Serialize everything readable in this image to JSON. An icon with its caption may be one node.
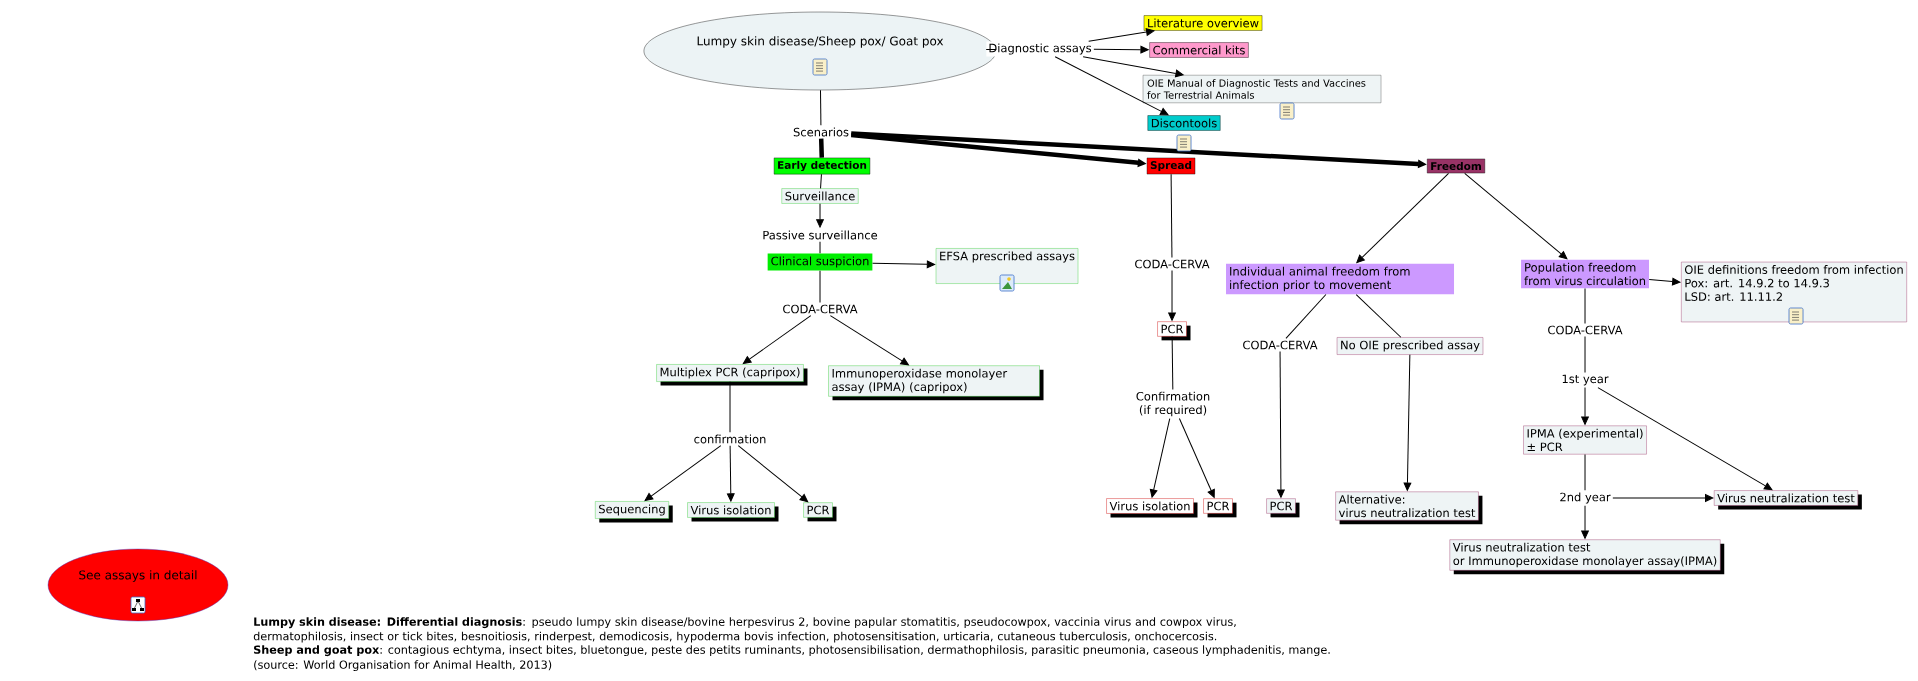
{
  "diagram": {
    "nodes": [
      {
        "text": [
          "Lumpy skin disease/Sheep pox/ Goat pox"
        ]
      },
      {
        "text": [
          "Diagnostic assays"
        ]
      },
      {
        "text": [
          "Literature overview"
        ]
      },
      {
        "text": [
          "Commercial kits"
        ]
      },
      {
        "text": [
          "OIE Manual of Diagnostic Tests and Vaccines for Terrestrial Animals"
        ]
      },
      {
        "text": [
          "Discontools"
        ]
      },
      {
        "text": [
          "Scenarios"
        ]
      },
      {
        "text": [
          "Early detection"
        ]
      },
      {
        "text": [
          "Spread"
        ]
      },
      {
        "text": [
          "Freedom"
        ]
      },
      {
        "text": [
          "Surveillance"
        ]
      },
      {
        "text": [
          "Passive surveillance"
        ]
      },
      {
        "text": [
          "Clinical suspicion"
        ]
      },
      {
        "text": [
          "EFSA prescribed assays"
        ]
      },
      {
        "text": [
          "CODA-CERVA"
        ]
      },
      {
        "text": [
          "Multiplex PCR (capripox)"
        ]
      },
      {
        "text": [
          "Immunoperoxidase monolayer assay (IPMA) (capripox)"
        ]
      },
      {
        "text": [
          "confirmation"
        ]
      },
      {
        "text": [
          "Sequencing"
        ]
      },
      {
        "text": [
          "Virus isolation"
        ]
      },
      {
        "text": [
          "PCR"
        ]
      },
      {
        "text": [
          "CODA-CERVA"
        ]
      },
      {
        "text": [
          "PCR"
        ]
      },
      {
        "text": [
          "Confirmation (if required)"
        ]
      },
      {
        "text": [
          "Virus isolation"
        ]
      },
      {
        "text": [
          "PCR"
        ]
      },
      {
        "text": [
          "Individual animal freedom from infection prior to movement"
        ]
      },
      {
        "text": [
          "Population freedom",
          "from virus circulation"
        ]
      },
      {
        "text": [
          "OIE definitions freedom from infection",
          "Pox: art. 14.9.2 to 14.9.3",
          "LSD: art. 11.11.2"
        ]
      },
      {
        "text": [
          "CODA-CERVA"
        ]
      },
      {
        "text": [
          "No OIE prescribed assay"
        ]
      },
      {
        "text": [
          "PCR"
        ]
      },
      {
        "text": [
          "Alternative:",
          "virus neutralization test"
        ]
      },
      {
        "text": [
          "CODA-CERVA"
        ]
      },
      {
        "text": [
          "1st year"
        ]
      },
      {
        "text": [
          "IPMA (experimental)",
          "± PCR"
        ]
      },
      {
        "text": [
          "2nd year"
        ]
      },
      {
        "text": [
          "Virus neutralization test"
        ]
      },
      {
        "text": [
          "Virus neutralization test",
          "or Immunoperoxidase monolayer assay(IPMA)"
        ]
      },
      {
        "text": [
          "See assays in detail"
        ]
      }
    ],
    "edges": [
      {
        "from": 0,
        "to": 1,
        "arrow": "none"
      },
      {
        "from": 1,
        "to": 2,
        "arrow": "to"
      },
      {
        "from": 1,
        "to": 3,
        "arrow": "to"
      },
      {
        "from": 1,
        "to": 4,
        "arrow": "to"
      },
      {
        "from": 1,
        "to": 5,
        "arrow": "to"
      },
      {
        "from": 0,
        "to": 6,
        "arrow": "none"
      },
      {
        "from": 6,
        "to": 7,
        "arrow": "none",
        "style": "thick"
      },
      {
        "from": 6,
        "to": 8,
        "arrow": "to",
        "style": "thick"
      },
      {
        "from": 6,
        "to": 9,
        "arrow": "to",
        "style": "thick"
      },
      {
        "from": 7,
        "to": 10,
        "arrow": "none"
      },
      {
        "from": 10,
        "to": 11,
        "arrow": "to"
      },
      {
        "from": 11,
        "to": 12,
        "arrow": "none"
      },
      {
        "from": 12,
        "to": 13,
        "arrow": "to"
      },
      {
        "from": 12,
        "to": 14,
        "arrow": "none"
      },
      {
        "from": 14,
        "to": 15,
        "arrow": "to"
      },
      {
        "from": 14,
        "to": 16,
        "arrow": "to"
      },
      {
        "from": 15,
        "to": 17,
        "arrow": "none"
      },
      {
        "from": 17,
        "to": 18,
        "arrow": "to"
      },
      {
        "from": 17,
        "to": 19,
        "arrow": "to"
      },
      {
        "from": 17,
        "to": 20,
        "arrow": "to"
      },
      {
        "from": 8,
        "to": 21,
        "arrow": "none"
      },
      {
        "from": 21,
        "to": 22,
        "arrow": "to"
      },
      {
        "from": 22,
        "to": 23,
        "arrow": "none"
      },
      {
        "from": 23,
        "to": 24,
        "arrow": "to"
      },
      {
        "from": 23,
        "to": 25,
        "arrow": "to"
      },
      {
        "from": 9,
        "to": 26,
        "arrow": "to"
      },
      {
        "from": 9,
        "to": 27,
        "arrow": "to"
      },
      {
        "from": 26,
        "to": 29,
        "arrow": "none"
      },
      {
        "from": 26,
        "to": 30,
        "arrow": "none"
      },
      {
        "from": 29,
        "to": 31,
        "arrow": "to"
      },
      {
        "from": 30,
        "to": 32,
        "arrow": "to"
      },
      {
        "from": 27,
        "to": 28,
        "arrow": "to"
      },
      {
        "from": 27,
        "to": 33,
        "arrow": "none"
      },
      {
        "from": 33,
        "to": 34,
        "arrow": "none"
      },
      {
        "from": 34,
        "to": 35,
        "arrow": "to"
      },
      {
        "from": 34,
        "to": 37,
        "arrow": "to"
      },
      {
        "from": 35,
        "to": 36,
        "arrow": "none"
      },
      {
        "from": 36,
        "to": 37,
        "arrow": "to"
      },
      {
        "from": 36,
        "to": 38,
        "arrow": "to"
      }
    ],
    "labels": [
      "**Lumpy skin disease: Differential diagnosis**: pseudo lumpy skin disease/bovine herpesvirus 2, bovine papular stomatitis, pseudocowpox, vaccinia virus and cowpox virus, dermatophilosis, insect or tick bites, besnoitiosis, rinderpest, demodicosis, hypoderma bovis infection, photosensitisation, urticaria, cutaneous tuberculosis, onchocercosis.",
      "**Sheep and goat pox**: contagious echtyma, insect bites, bluetongue, peste des petits ruminants, photosensibilisation, dermathophilosis, parasitic pneumonia, caseous lymphadenitis, mange.",
      "(source: World Organisation for Animal Health, 2013)"
    ]
  }
}
